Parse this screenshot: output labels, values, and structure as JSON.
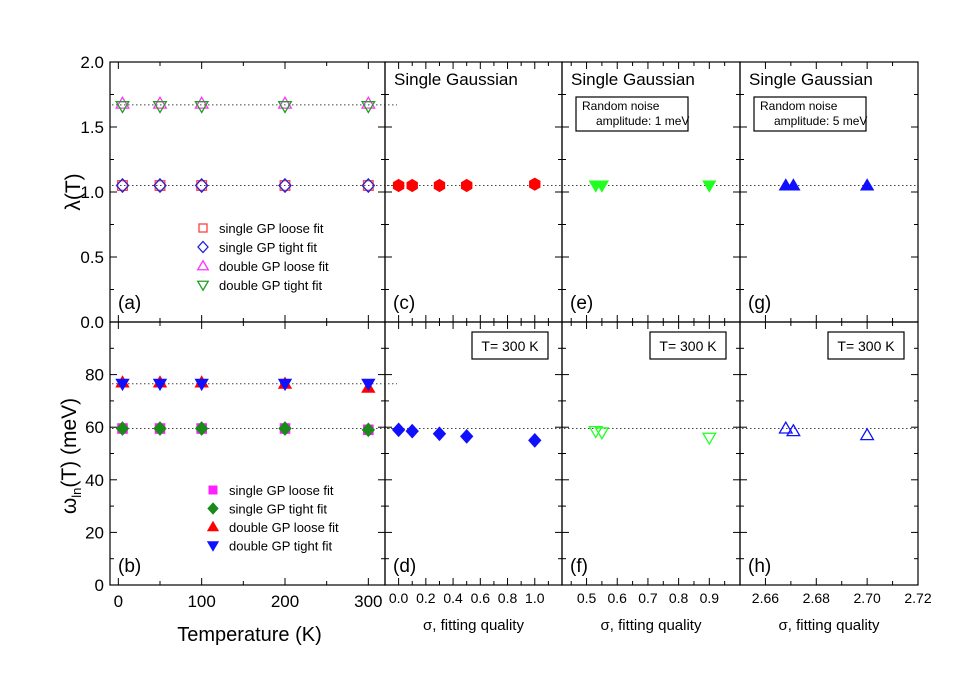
{
  "chart_data": [
    {
      "id": "a",
      "type": "scatter",
      "panel_label": "(a)",
      "ylabel": "λ(T)",
      "ylim": [
        0,
        2.0
      ],
      "yticks": [
        0.0,
        0.5,
        1.0,
        1.5,
        2.0
      ],
      "xlim": [
        -10,
        320
      ],
      "xticks": [
        0,
        100,
        200,
        300
      ],
      "ref_lines": [
        1.67,
        1.05
      ],
      "legend": {
        "placement": "lower-right"
      },
      "series": [
        {
          "name": "single GP loose fit",
          "marker": "square-open",
          "color": "#ff4040",
          "x": [
            5,
            50,
            100,
            200,
            300
          ],
          "y": [
            1.05,
            1.05,
            1.05,
            1.05,
            1.05
          ]
        },
        {
          "name": "single GP tight fit",
          "marker": "diamond-open",
          "color": "#2020e0",
          "x": [
            5,
            50,
            100,
            200,
            300
          ],
          "y": [
            1.05,
            1.05,
            1.05,
            1.05,
            1.05
          ]
        },
        {
          "name": "double GP loose fit",
          "marker": "triangle-up-open",
          "color": "#ff30ff",
          "x": [
            5,
            50,
            100,
            200,
            300
          ],
          "y": [
            1.68,
            1.68,
            1.68,
            1.68,
            1.68
          ]
        },
        {
          "name": "double GP tight fit",
          "marker": "triangle-down-open",
          "color": "#20a020",
          "x": [
            5,
            50,
            100,
            200,
            300
          ],
          "y": [
            1.66,
            1.66,
            1.66,
            1.66,
            1.66
          ]
        }
      ]
    },
    {
      "id": "b",
      "type": "scatter",
      "panel_label": "(b)",
      "xlabel": "Temperature (K)",
      "ylim": [
        0,
        100
      ],
      "yticks": [
        0,
        20,
        40,
        60,
        80
      ],
      "xlim": [
        -10,
        320
      ],
      "xticks": [
        0,
        100,
        200,
        300
      ],
      "ref_lines": [
        76.5,
        59.5
      ],
      "legend": {
        "placement": "lower-right"
      },
      "series": [
        {
          "name": "single GP loose fit",
          "marker": "square-filled",
          "color": "#ff20ff",
          "x": [
            5,
            50,
            100,
            200,
            300
          ],
          "y": [
            59.5,
            59.5,
            59.5,
            59.5,
            59
          ]
        },
        {
          "name": "single GP tight fit",
          "marker": "diamond-filled",
          "color": "#1a8a1a",
          "x": [
            5,
            50,
            100,
            200,
            300
          ],
          "y": [
            59.5,
            59.5,
            59.5,
            59.5,
            59
          ]
        },
        {
          "name": "double GP loose fit",
          "marker": "triangle-up-filled",
          "color": "#ff0000",
          "x": [
            5,
            50,
            100,
            200,
            300
          ],
          "y": [
            77,
            77,
            77,
            76.5,
            75
          ]
        },
        {
          "name": "double GP tight fit",
          "marker": "triangle-down-filled",
          "color": "#1010ff",
          "x": [
            5,
            50,
            100,
            200,
            300
          ],
          "y": [
            76.5,
            76.5,
            76.5,
            76.5,
            76.5
          ]
        }
      ]
    },
    {
      "id": "c",
      "type": "scatter",
      "panel_label": "(c)",
      "title": "Single Gaussian",
      "ylim": [
        0,
        2.0
      ],
      "xlim": [
        -0.1,
        1.2
      ],
      "xticks": [
        0.0,
        0.2,
        0.4,
        0.6,
        0.8,
        1.0
      ],
      "ref_lines": [
        1.05
      ],
      "series": [
        {
          "marker": "hexagon-filled",
          "color": "#ff0000",
          "x": [
            0.0,
            0.1,
            0.3,
            0.5,
            1.0
          ],
          "y": [
            1.05,
            1.05,
            1.05,
            1.05,
            1.06
          ]
        }
      ]
    },
    {
      "id": "d",
      "type": "scatter",
      "panel_label": "(d)",
      "annotation": "T= 300 K",
      "xlabel": "σ, fitting quality",
      "ylim": [
        0,
        100
      ],
      "xlim": [
        -0.1,
        1.2
      ],
      "xticks": [
        0.0,
        0.2,
        0.4,
        0.6,
        0.8,
        1.0
      ],
      "xtick_labels": [
        "0.0",
        "0.2",
        "0.4",
        "0.6",
        "0.8",
        "1.0"
      ],
      "ref_lines": [
        59.5
      ],
      "series": [
        {
          "marker": "diamond-filled",
          "color": "#1010ff",
          "x": [
            0.0,
            0.1,
            0.3,
            0.5,
            1.0
          ],
          "y": [
            59,
            58.5,
            57.5,
            56.5,
            55
          ]
        }
      ]
    },
    {
      "id": "e",
      "type": "scatter",
      "panel_label": "(e)",
      "title": "Single Gaussian",
      "note": [
        "Random noise",
        "amplitude: 1 meV"
      ],
      "ylim": [
        0,
        2.0
      ],
      "xlim": [
        0.42,
        1.0
      ],
      "xticks": [
        0.5,
        0.6,
        0.7,
        0.8,
        0.9
      ],
      "ref_lines": [
        1.05
      ],
      "series": [
        {
          "marker": "triangle-down-filled",
          "color": "#20ff20",
          "x": [
            0.53,
            0.55,
            0.9
          ],
          "y": [
            1.05,
            1.05,
            1.05
          ]
        }
      ]
    },
    {
      "id": "f",
      "type": "scatter",
      "panel_label": "(f)",
      "annotation": "T= 300 K",
      "xlabel": "σ, fitting quality",
      "ylim": [
        0,
        100
      ],
      "xlim": [
        0.42,
        1.0
      ],
      "xticks": [
        0.5,
        0.6,
        0.7,
        0.8,
        0.9
      ],
      "xtick_labels": [
        "0.5",
        "0.6",
        "0.7",
        "0.8",
        "0.9"
      ],
      "ref_lines": [
        59.5
      ],
      "series": [
        {
          "marker": "triangle-down-open",
          "color": "#20ff20",
          "x": [
            0.53,
            0.55,
            0.9
          ],
          "y": [
            58.5,
            58,
            56
          ]
        }
      ]
    },
    {
      "id": "g",
      "type": "scatter",
      "panel_label": "(g)",
      "title": "Single Gaussian",
      "note": [
        "Random noise",
        "amplitude: 5 meV"
      ],
      "ylim": [
        0,
        2.0
      ],
      "xlim": [
        2.65,
        2.72
      ],
      "xticks": [
        2.66,
        2.68,
        2.7,
        2.72
      ],
      "ref_lines": [
        1.05
      ],
      "series": [
        {
          "marker": "triangle-up-filled",
          "color": "#1010ff",
          "x": [
            2.668,
            2.671,
            2.7
          ],
          "y": [
            1.05,
            1.05,
            1.05
          ]
        }
      ]
    },
    {
      "id": "h",
      "type": "scatter",
      "panel_label": "(h)",
      "annotation": "T= 300 K",
      "xlabel": "σ, fitting quality",
      "ylim": [
        0,
        100
      ],
      "xlim": [
        2.65,
        2.72
      ],
      "xticks": [
        2.66,
        2.68,
        2.7,
        2.72
      ],
      "xtick_labels": [
        "2.66",
        "2.68",
        "2.70",
        "2.72"
      ],
      "ref_lines": [
        59.5
      ],
      "series": [
        {
          "marker": "triangle-up-open",
          "color": "#1010ff",
          "x": [
            2.668,
            2.671,
            2.7
          ],
          "y": [
            59.5,
            58.5,
            57
          ]
        }
      ]
    }
  ],
  "figure": {
    "ylabel_bottom_main": "ω",
    "ylabel_bottom_sub": "ln",
    "ylabel_bottom_rest": "(T) (meV)"
  }
}
